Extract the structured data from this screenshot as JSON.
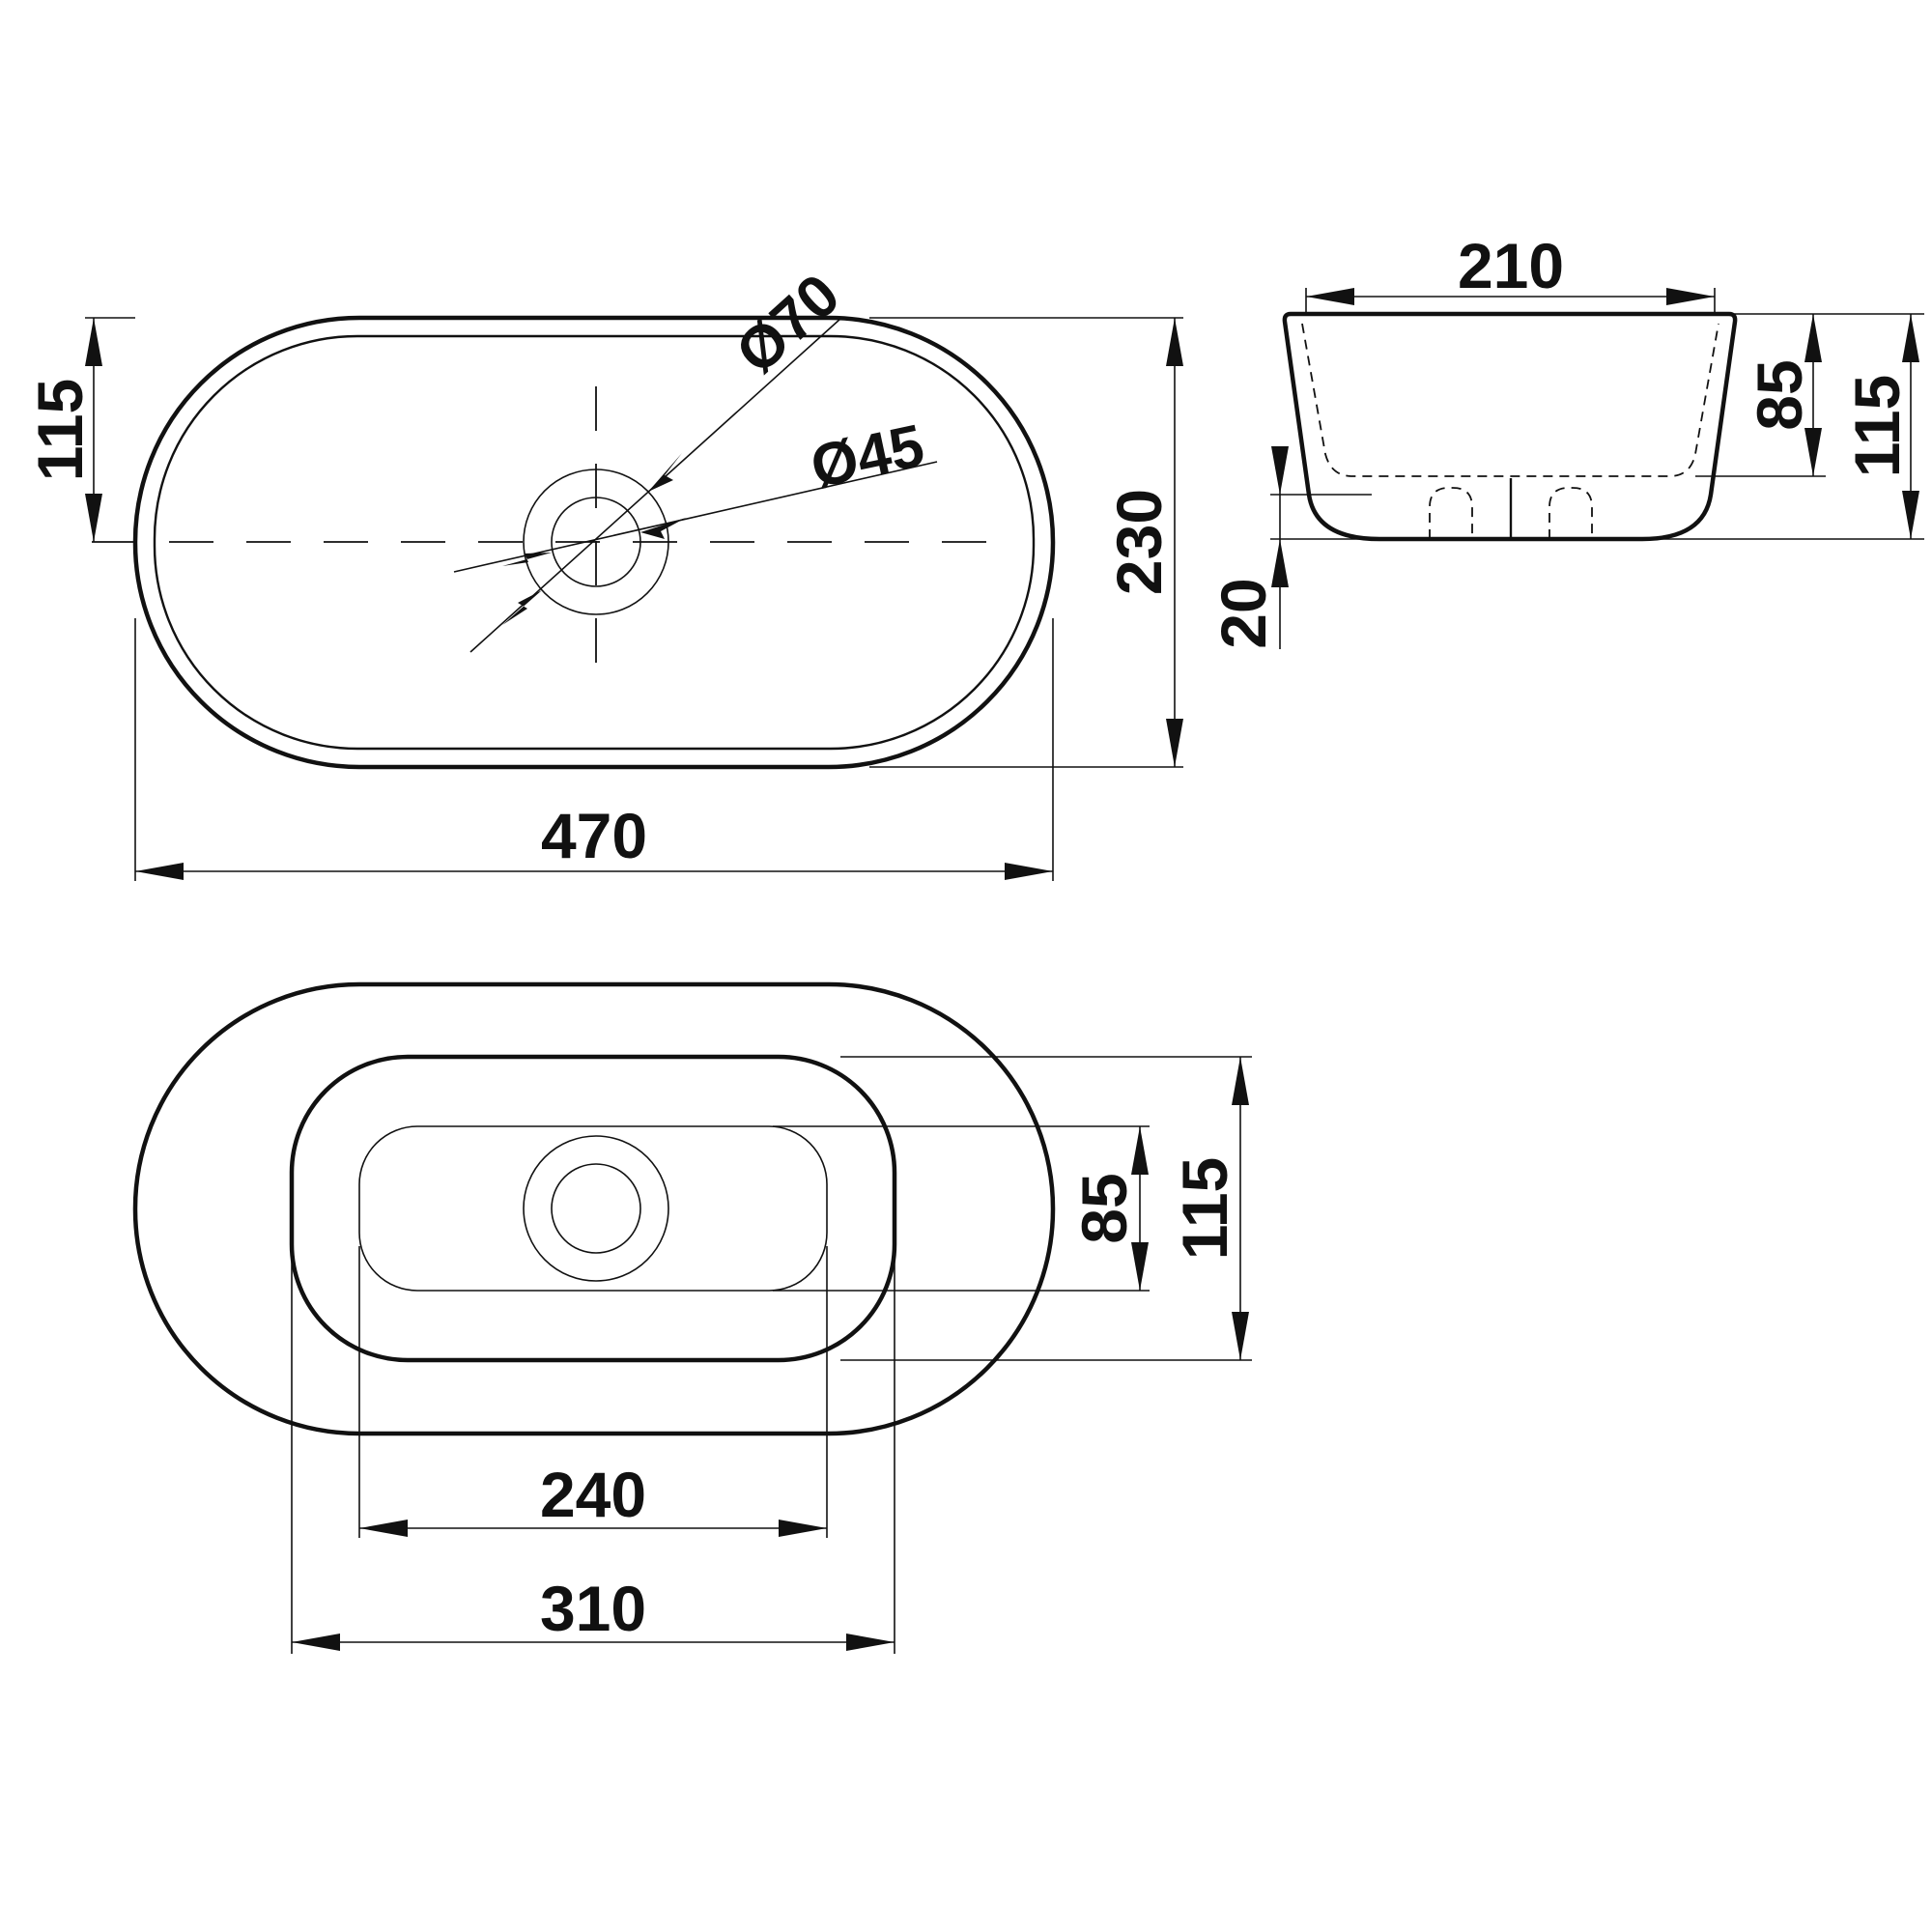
{
  "dimensions": {
    "top_view": {
      "width": "470",
      "height": "230",
      "half_height": "115",
      "outer_diameter": "Ø70",
      "inner_diameter": "Ø45"
    },
    "side_view": {
      "top_width": "210",
      "depth": "85",
      "total_height": "115",
      "foot": "20"
    },
    "bottom_view": {
      "outer_foot_width": "310",
      "inner_foot_width": "240",
      "outer_foot_height": "115",
      "inner_foot_height": "85"
    }
  }
}
